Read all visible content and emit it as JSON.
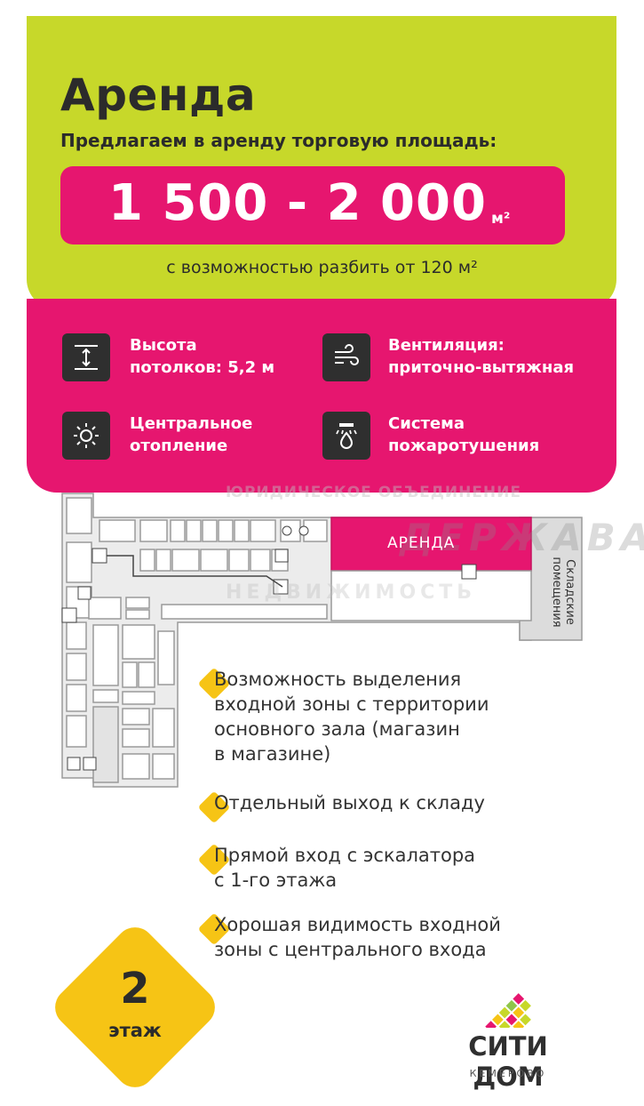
{
  "header": {
    "title": "Аренда",
    "subtitle": "Предлагаем в аренду торговую площадь:",
    "area_value": "1 500 - 2 000",
    "area_unit": "м²",
    "split_note": "с возможностью разбить от 120 м²"
  },
  "features": [
    {
      "icon": "ceiling-height-icon",
      "line1": "Высота",
      "line2": "потолков: 5,2 м"
    },
    {
      "icon": "ventilation-icon",
      "line1": "Вентиляция:",
      "line2": "приточно-вытяжная"
    },
    {
      "icon": "heating-icon",
      "line1": "Центральное",
      "line2": "отопление"
    },
    {
      "icon": "fire-sprinkler-icon",
      "line1": "Система",
      "line2": "пожаротушения"
    }
  ],
  "plan": {
    "rent_label": "АРЕНДА",
    "storage_label": "Складские помещения",
    "watermark_top": "ЮРИДИЧЕСКОЕ ОБЪЕДИНЕНИЕ",
    "watermark_big": "ДЕРЖАВА",
    "watermark_bottom": "НЕДВИЖИМОСТЬ"
  },
  "bullets": [
    {
      "lines": [
        "Возможность выделения",
        "входной зоны с территории",
        "основного зала (магазин",
        "в магазине)"
      ]
    },
    {
      "lines": [
        "Отдельный выход к складу"
      ]
    },
    {
      "lines": [
        "Прямой вход с эскалатора",
        "с 1-го этажа"
      ]
    },
    {
      "lines": [
        "Хорошая видимость входной",
        "зоны с центрального входа"
      ]
    }
  ],
  "floor": {
    "number": "2",
    "word": "этаж"
  },
  "logo": {
    "name": "СИТИ ДОМ",
    "city": "КЕМЕРОВО"
  },
  "colors": {
    "lime": "#c7d82a",
    "pink": "#e6166f",
    "yellow": "#f6c415",
    "dark": "#2f2f2f"
  }
}
